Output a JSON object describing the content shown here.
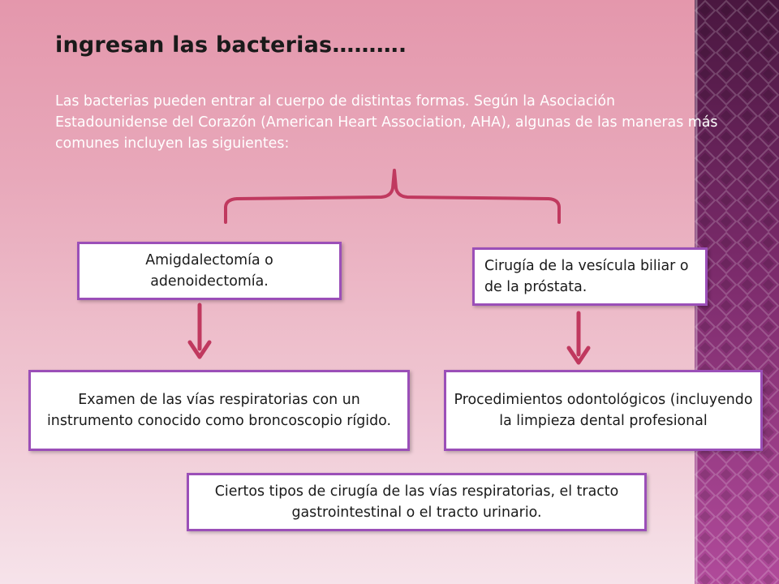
{
  "slide": {
    "title": "ingresan las bacterias……….",
    "intro": "Las bacterias pueden entrar al cuerpo de distintas formas. Según la Asociación Estadounidense del Corazón (American Heart Association, AHA), algunas de las maneras más comunes incluyen las siguientes:"
  },
  "boxes": {
    "tonsillectomy": "Amigdalectomía o adenoidectomía.",
    "gallbladder": "Cirugía de la vesícula biliar o de la próstata.",
    "bronchoscope": "Examen de las vías respiratorias con un instrumento conocido como broncoscopio rígido.",
    "dental": "Procedimientos odontológicos (incluyendo la limpieza dental profesional",
    "surgery": "Ciertos tipos de cirugía de las vías respiratorias, el tracto gastrointestinal o el tracto urinario."
  },
  "colors": {
    "connector": "#c0395f",
    "box_border": "#9b4fb8",
    "side_band": "#7a2a6a"
  }
}
